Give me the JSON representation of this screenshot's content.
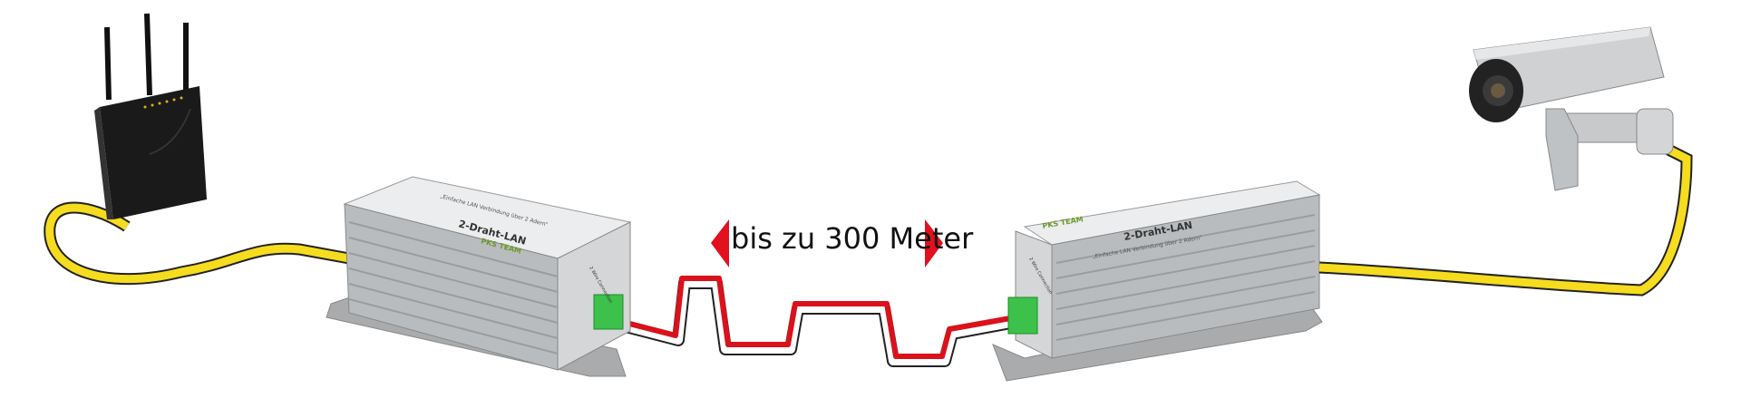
{
  "distance_label": "bis zu 300 Meter",
  "devices": {
    "left_device": {
      "product_name": "2-Draht-LAN",
      "slogan": "„Einfache LAN Verbindung über 2 Adern“",
      "brand": "PKS TEAM",
      "port_label": "2 Wire Connection"
    },
    "right_device": {
      "product_name": "2-Draht-LAN",
      "slogan": "„Einfache LAN Verbindung über 2 Adern“",
      "brand": "PKS TEAM",
      "port_label": "2 Wire Connection"
    }
  },
  "colors": {
    "lan_cable": "#f5dc1e",
    "arrow": "#e3101e",
    "wire_red": "#d9121b",
    "terminal": "#3cc24a",
    "housing": "#b9bcbf"
  }
}
